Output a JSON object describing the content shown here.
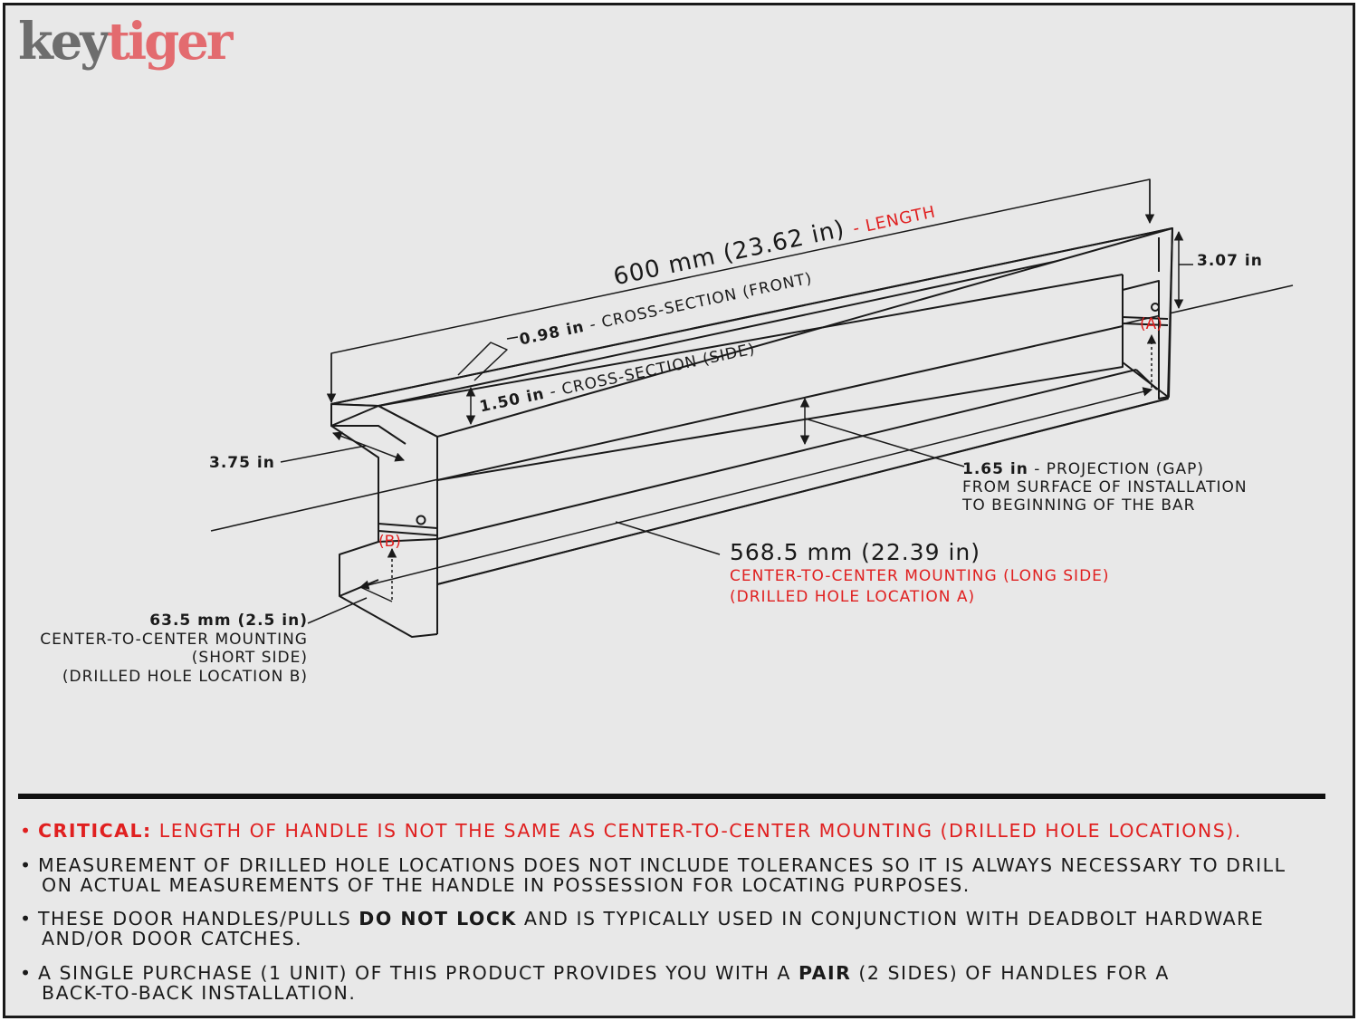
{
  "logo": {
    "part1": "key",
    "part2": "tiger"
  },
  "colors": {
    "frame_bg": "#e8e8e8",
    "line": "#1a1a1a",
    "accent_red": "#e02020",
    "logo_gray": "#6d6d6d",
    "logo_pink": "#e36b6f"
  },
  "dimensions": {
    "length": {
      "value": "600 mm (23.62 in)",
      "suffix": "- LENGTH"
    },
    "cross_front": {
      "value": "0.98 in",
      "desc": "- CROSS-SECTION (FRONT)"
    },
    "cross_side": {
      "value": "1.50 in",
      "desc": "- CROSS-SECTION (SIDE)"
    },
    "height": {
      "value": "3.07 in"
    },
    "depth": {
      "value": "3.75 in"
    },
    "projection": {
      "value": "1.65 in",
      "desc1": "- PROJECTION (GAP)",
      "desc2": "FROM SURFACE OF INSTALLATION",
      "desc3": "TO BEGINNING OF THE BAR"
    },
    "center_long": {
      "value": "568.5 mm (22.39 in)",
      "desc1": "CENTER-TO-CENTER MOUNTING (LONG SIDE)",
      "desc2": "(DRILLED HOLE LOCATION A)"
    },
    "center_short": {
      "value": "63.5 mm (2.5 in)",
      "desc1": "CENTER-TO-CENTER MOUNTING",
      "desc2": "(SHORT SIDE)",
      "desc3": "(DRILLED HOLE LOCATION B)"
    },
    "hole_a": "(A)",
    "hole_b": "(B)"
  },
  "notes": [
    {
      "bullet": "•",
      "bold": "CRITICAL:",
      "text": "LENGTH OF HANDLE IS NOT THE SAME AS CENTER-TO-CENTER MOUNTING (DRILLED HOLE LOCATIONS)."
    },
    {
      "bullet": "•",
      "line1": "MEASUREMENT OF DRILLED HOLE LOCATIONS DOES NOT INCLUDE TOLERANCES SO IT IS ALWAYS NECESSARY TO DRILL",
      "line2": "ON ACTUAL MEASUREMENTS OF THE HANDLE IN POSSESSION FOR LOCATING PURPOSES."
    },
    {
      "bullet": "•",
      "pre": "THESE DOOR HANDLES/PULLS",
      "bold": "DO NOT LOCK",
      "post": "AND IS TYPICALLY USED IN CONJUNCTION WITH DEADBOLT HARDWARE",
      "line2": "AND/OR DOOR CATCHES."
    },
    {
      "bullet": "•",
      "pre": "A SINGLE PURCHASE (1 UNIT) OF THIS PRODUCT PROVIDES YOU WITH A",
      "bold": "PAIR",
      "post": "(2 SIDES) OF HANDLES FOR A",
      "line2": "BACK-TO-BACK INSTALLATION."
    }
  ]
}
